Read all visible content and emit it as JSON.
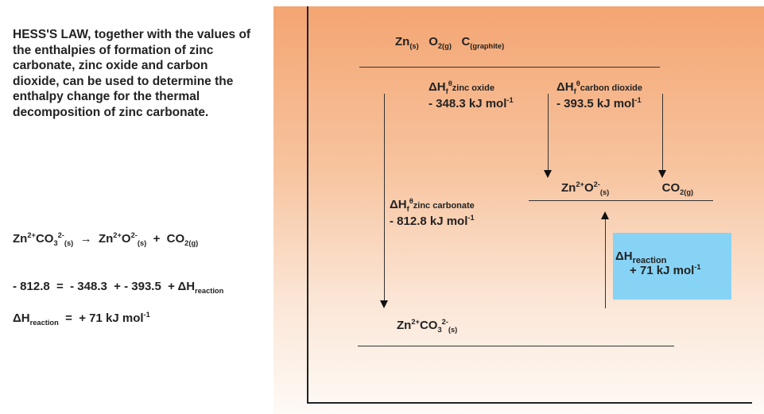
{
  "intro_text": "HESS'S LAW, together with the values of the enthalpies of formation of zinc carbonate, zinc oxide and carbon dioxide, can be used to determine the enthalpy change for the thermal decomposition of zinc carbonate.",
  "equations": {
    "line1": {
      "reactant_base": "Zn",
      "reactant_sup1": "2+",
      "reactant_mid": "CO",
      "reactant_sub3": "3",
      "reactant_sup2": "2-",
      "reactant_state": "(s)",
      "arrow": "→",
      "product_base": "Zn",
      "product_sup1": "2+",
      "product_mid": "O",
      "product_sup2": "2-",
      "product_state": "(s)",
      "plus": "+",
      "co2_base": "CO",
      "co2_state": "2(g)"
    },
    "line2": {
      "text": "- 812.8  =  - 348.3  + - 393.5  + ΔH",
      "sub": "reaction"
    },
    "line3": {
      "delta": "ΔH",
      "sub": "reaction",
      "text": "  =  + 71 kJ mol",
      "sup": "-1"
    }
  },
  "diagram": {
    "elements": {
      "zn": "Zn",
      "zn_state": "(s)",
      "o2": "O",
      "o2_state": "2(g)",
      "c": "C",
      "c_state": "(graphite)"
    },
    "zinc_oxide": {
      "delta": "ΔH",
      "f_sub": "f",
      "theta": "θ",
      "name": "zinc oxide",
      "value": "- 348.3 kJ mol",
      "unit_sup": "-1"
    },
    "carbon_dioxide": {
      "delta": "ΔH",
      "f_sub": "f",
      "theta": "θ",
      "name": "carbon dioxide",
      "value": "- 393.5 kJ mol",
      "unit_sup": "-1"
    },
    "zinc_carbonate": {
      "delta": "ΔH",
      "f_sub": "f",
      "theta": "θ",
      "name": "zinc carbonate",
      "value": "- 812.8 kJ mol",
      "unit_sup": "-1"
    },
    "products": {
      "zno_base": "Zn",
      "zno_sup1": "2+",
      "zno_mid": "O",
      "zno_sup2": "2-",
      "zno_state": "(s)",
      "co2_base": "CO",
      "co2_state": "2(g)"
    },
    "reactant": {
      "base": "Zn",
      "sup1": "2+",
      "mid": "CO",
      "sub3": "3",
      "sup2": "2-",
      "state": "(s)"
    },
    "reaction": {
      "delta": "ΔH",
      "sub": "reaction",
      "value": "+ 71 kJ mol",
      "unit_sup": "-1",
      "box_color": "#87d3f5"
    }
  },
  "colors": {
    "panel_top": "#f4a572",
    "panel_bottom": "#fefaf6",
    "text": "#222222"
  }
}
